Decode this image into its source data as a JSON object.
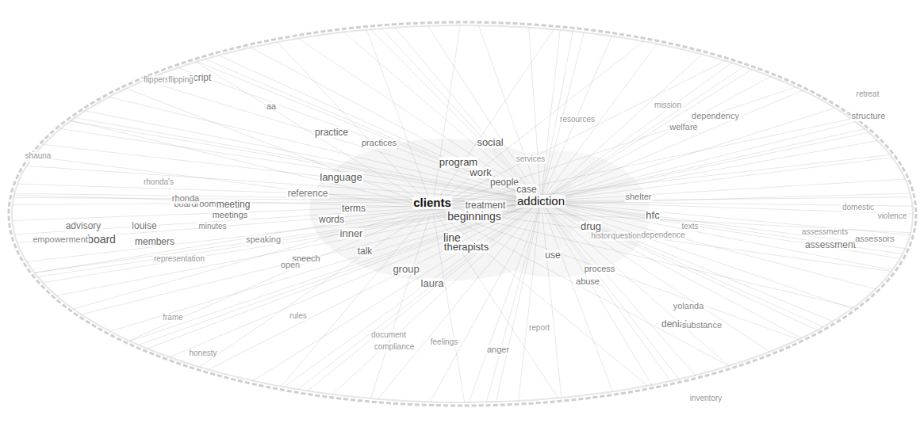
{
  "diagram": {
    "labels": [
      "clients",
      "addiction",
      "program",
      "social",
      "work",
      "people",
      "case",
      "treatment",
      "beginnings",
      "line",
      "therapists",
      "language",
      "practice",
      "practices",
      "reference",
      "terms",
      "words",
      "inner",
      "talk",
      "speech",
      "group",
      "laura",
      "use",
      "drug",
      "hfc",
      "shelter",
      "assessment",
      "assessors",
      "denial",
      "abuse",
      "process",
      "substance",
      "yolanda",
      "anger",
      "board",
      "members",
      "advisory",
      "louise",
      "boardroom",
      "meeting",
      "meetings",
      "minutes",
      "empowerment",
      "script",
      "flippers",
      "flipping",
      "aa",
      "rhonda",
      "rhonda's",
      "shauna",
      "structure",
      "dependency",
      "welfare",
      "mission",
      "retreat",
      "violence",
      "domestic",
      "history",
      "questions",
      "dependence",
      "assessments",
      "frame",
      "rules",
      "open",
      "representation",
      "document",
      "compliance",
      "report",
      "inventory",
      "honesty",
      "resources",
      "services",
      "feelings",
      "texts",
      "speaking"
    ]
  }
}
